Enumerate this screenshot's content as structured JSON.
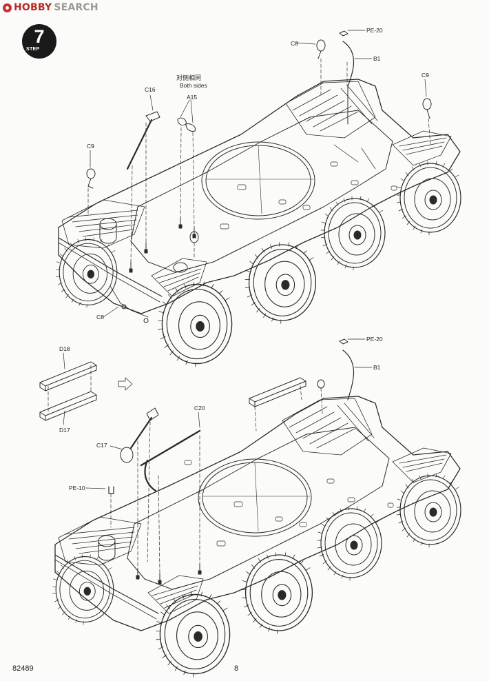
{
  "watermark": {
    "brand": "HOBBY",
    "suffix": "SEARCH"
  },
  "step": {
    "number": "7",
    "word": "STEP"
  },
  "note": {
    "zh": "对侧相同",
    "en": "Both sides"
  },
  "callouts": {
    "c16": "C16",
    "a15": "A15",
    "c9_left": "C9",
    "c8_top": "C8",
    "pe20_top": "PE-20",
    "b1_top": "B1",
    "c9_right": "C9",
    "c8_bottom": "C8",
    "d18": "D18",
    "d17": "D17",
    "pe20_bottom": "PE-20",
    "b1_bottom": "B1",
    "c20": "C20",
    "c17": "C17",
    "pe10": "PE-10"
  },
  "footer": {
    "code": "82489",
    "page": "8"
  },
  "colors": {
    "line": "#2a2a2a",
    "paper": "#fbfbf9",
    "step": "#1a1a1a",
    "watermark_red": "#b92a2a"
  }
}
